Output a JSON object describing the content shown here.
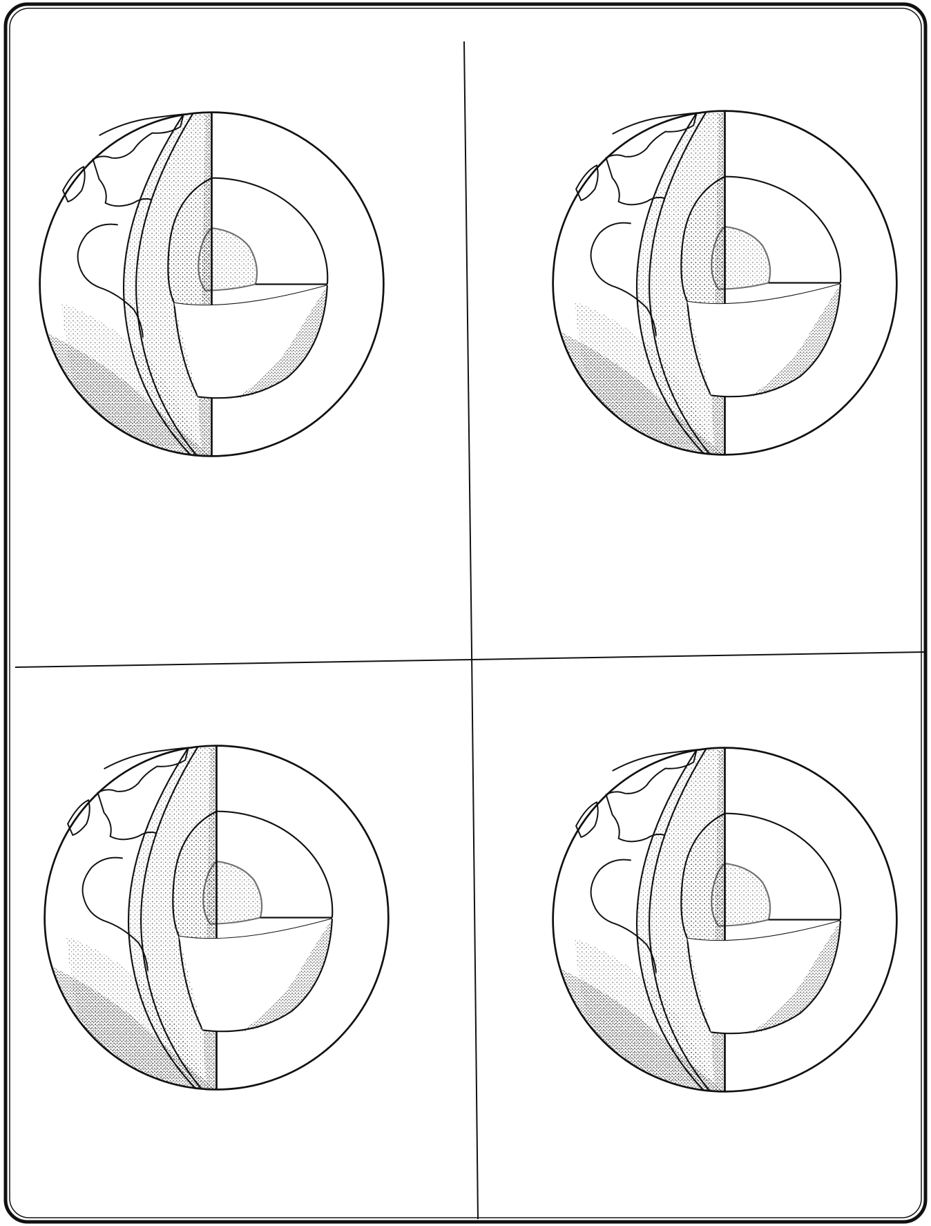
{
  "worksheet": {
    "description_visible_text": "",
    "panel_count": 4,
    "colors": {
      "paper": "#ffffff",
      "ink": "#111111"
    },
    "panels": [
      {
        "id": "top-left",
        "figure": "earth-cutaway"
      },
      {
        "id": "top-right",
        "figure": "earth-cutaway"
      },
      {
        "id": "bottom-left",
        "figure": "earth-cutaway"
      },
      {
        "id": "bottom-right",
        "figure": "earth-cutaway"
      }
    ]
  }
}
